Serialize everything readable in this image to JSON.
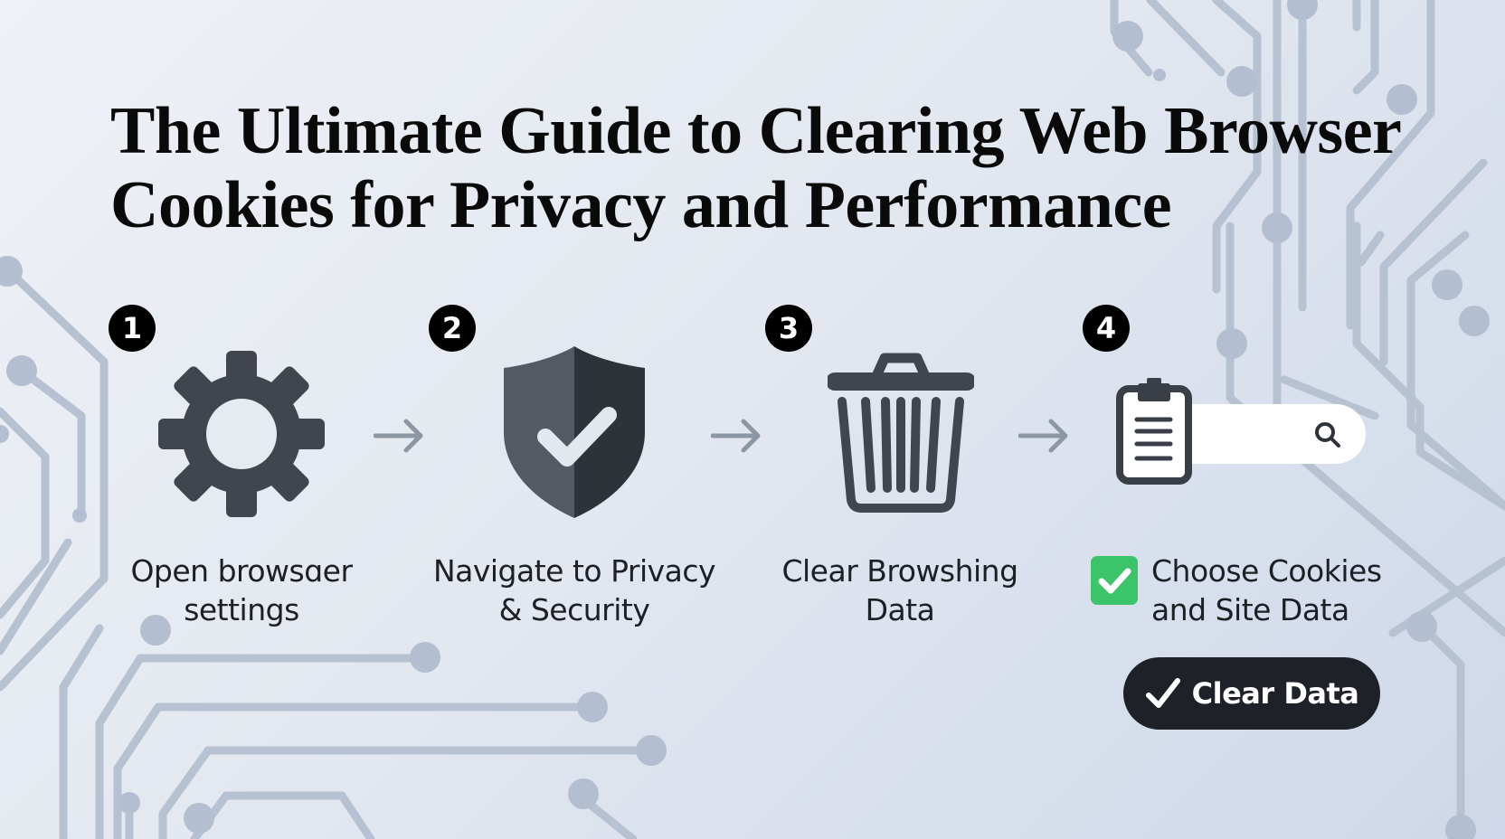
{
  "title": {
    "line1": "The Ultimate Guide to Clearing Web Browser",
    "line2": "Cookies for Privacy and Performance"
  },
  "steps": [
    {
      "number": "1",
      "icon": "gear-icon",
      "label_line1": "Open browsɑer",
      "label_line2": "settings"
    },
    {
      "number": "2",
      "icon": "shield-check-icon",
      "label_line1": "Navigate to Privacy",
      "label_line2": "& Security"
    },
    {
      "number": "3",
      "icon": "trash-icon",
      "label_line1": "Clear Browshing",
      "label_line2": "Data"
    },
    {
      "number": "4",
      "icon": "clipboard-icon",
      "label_line1": "Choose Cookies",
      "label_line2": "and Site Data"
    }
  ],
  "search": {
    "icon": "search-icon",
    "value": ""
  },
  "checkbox": {
    "checked": true,
    "color": "#3cc46a"
  },
  "action_button": {
    "label": "Clear Data",
    "icon": "checkmark-icon",
    "color": "#1e2127"
  },
  "colors": {
    "icon_dark": "#41464e",
    "arrow": "#8c97a3",
    "circuit": "#b3bfd0",
    "badge": "#000000"
  }
}
